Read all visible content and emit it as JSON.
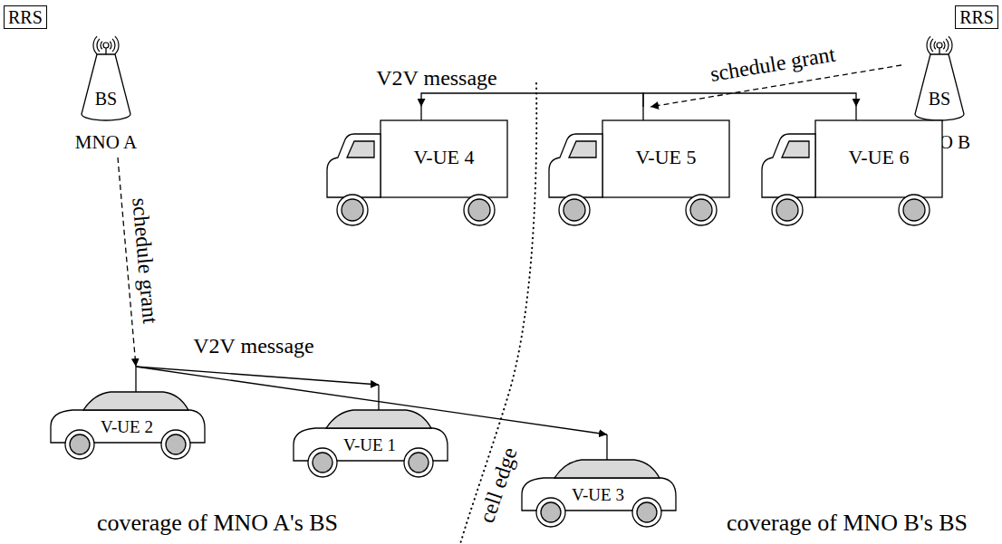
{
  "diagram": {
    "nodes": [
      {
        "text": [
          "RRS"
        ]
      },
      {
        "text": [
          "BS",
          "MNO A"
        ]
      },
      {
        "text": [
          "RRS"
        ]
      },
      {
        "text": [
          "BS",
          "MNO B"
        ]
      },
      {
        "text": [
          "V-UE 4"
        ]
      },
      {
        "text": [
          "V-UE 5"
        ]
      },
      {
        "text": [
          "V-UE 6"
        ]
      },
      {
        "text": [
          "V-UE 2"
        ]
      },
      {
        "text": [
          "V-UE 1"
        ]
      },
      {
        "text": [
          "V-UE 3"
        ]
      }
    ],
    "edges": [
      {
        "from": 1,
        "to": 7,
        "arrow": "to",
        "label": "schedule grant"
      },
      {
        "from": 3,
        "to": 5,
        "arrow": "to",
        "label": "schedule grant"
      },
      {
        "from": 5,
        "to": 4,
        "arrow": "to",
        "label": "V2V message"
      },
      {
        "from": 5,
        "to": 6,
        "arrow": "to"
      },
      {
        "from": 7,
        "to": 8,
        "arrow": "to",
        "label": "V2V message"
      },
      {
        "from": 7,
        "to": 9,
        "arrow": "to"
      }
    ],
    "labels": [
      "cell edge",
      "coverage of MNO A's BS",
      "coverage of MNO B's BS"
    ]
  }
}
